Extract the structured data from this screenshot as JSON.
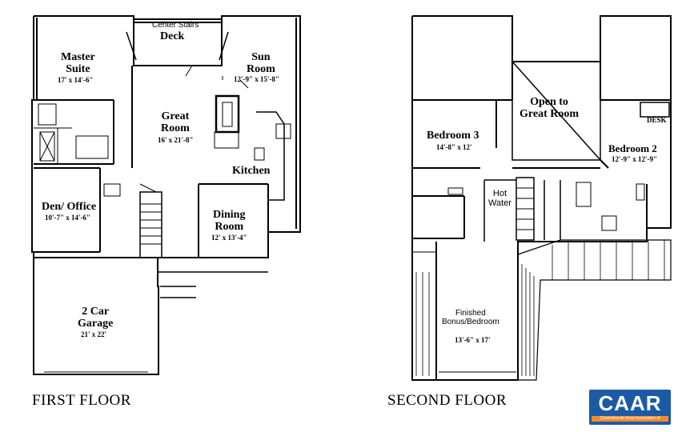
{
  "first_floor": {
    "title": "FIRST FLOOR",
    "rooms": {
      "deck_note": "Center Stairs",
      "deck": "Deck",
      "master_name": "Master\nSuite",
      "master_dim": "17' x 14'-6\"",
      "sun_name": "Sun\nRoom",
      "sun_dim": "12'-9\" x 15'-8\"",
      "great_name": "Great\nRoom",
      "great_dim": "16' x 21'-8\"",
      "kitchen_name": "Kitchen",
      "den_name": "Den/ Office",
      "den_dim": "10'-7\" x 14'-6\"",
      "dining_name": "Dining\nRoom",
      "dining_dim": "12' x 13'-4\"",
      "garage_name": "2 Car\nGarage",
      "garage_dim": "21' x 22'"
    }
  },
  "second_floor": {
    "title": "SECOND FLOOR",
    "rooms": {
      "open_name": "Open to\nGreat Room",
      "bed3_name": "Bedroom 3",
      "bed3_dim": "14'-8\" x 12'",
      "desk": "DESK",
      "bed2_name": "Bedroom 2",
      "bed2_dim": "12'-9\" x 12'-9\"",
      "hotwater": "Hot\nWater",
      "bonus_name": "Finished\nBonus/Bedroom",
      "bonus_dim": "13'-6\" x 17'"
    }
  },
  "logo": {
    "text": "CAAR",
    "tagline": "Charlottesville Area Association of REALTORS®",
    "colors": {
      "blue": "#1c5aa6",
      "orange": "#f28c28"
    }
  }
}
